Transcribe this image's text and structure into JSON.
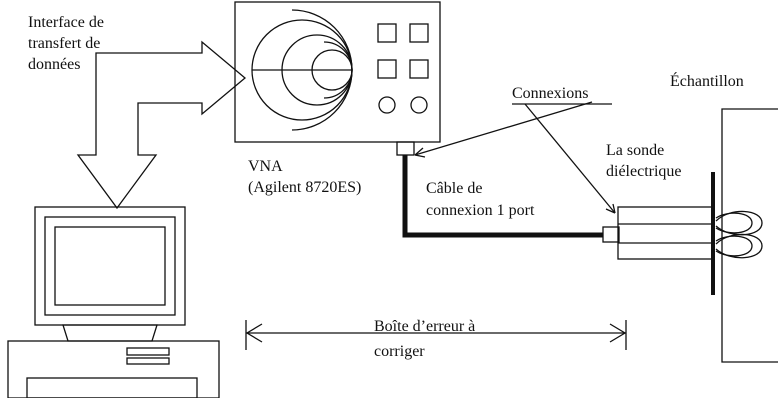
{
  "labels": {
    "interface": [
      "Interface de",
      "transfert de",
      "données"
    ],
    "vna": [
      "VNA",
      "(Agilent 8720ES)"
    ],
    "connexions": "Connexions",
    "echantillon": "Échantillon",
    "sonde": [
      "La sonde",
      "diélectrique"
    ],
    "cable": [
      "Câble de",
      "connexion 1 port"
    ],
    "boite": [
      "Boîte d’erreur à",
      "corriger"
    ]
  },
  "colors": {
    "stroke": "#111111",
    "background": "#ffffff"
  }
}
